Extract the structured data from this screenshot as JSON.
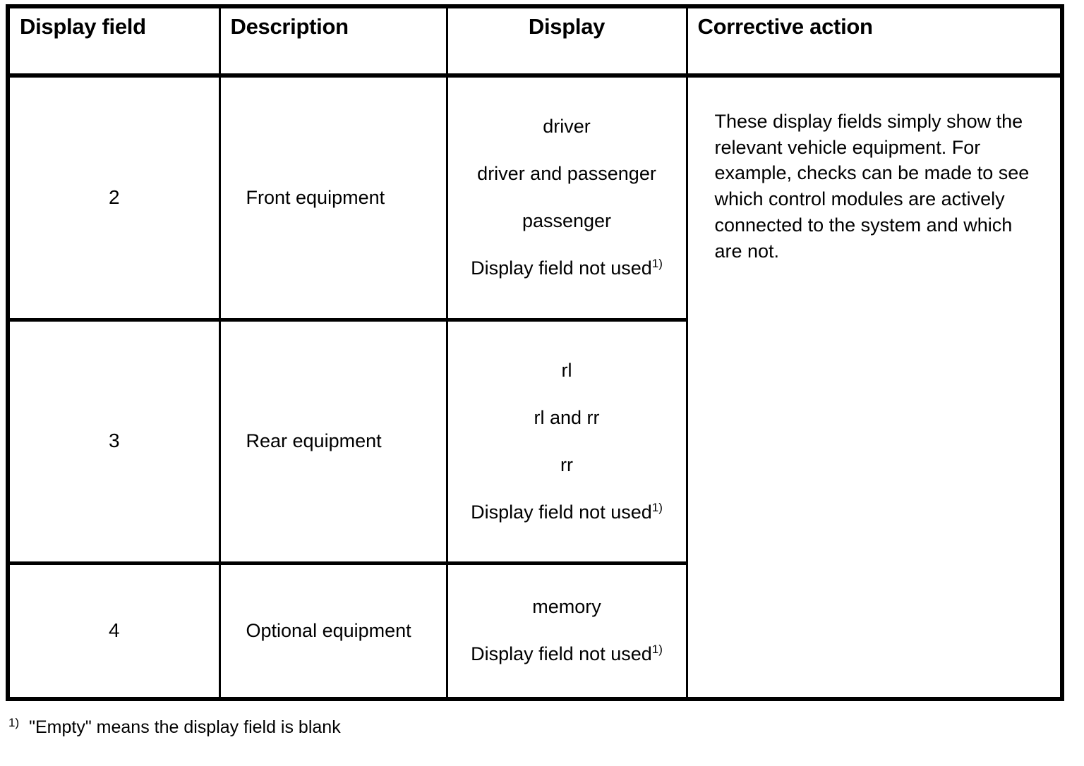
{
  "table": {
    "headers": [
      {
        "label": "Display field",
        "align": "left"
      },
      {
        "label": "Description",
        "align": "left"
      },
      {
        "label": "Display",
        "align": "center"
      },
      {
        "label": "Corrective action",
        "align": "left"
      }
    ],
    "rows": [
      {
        "field": "2",
        "description": "Front equipment",
        "display_values": [
          {
            "text": "driver",
            "footnote": ""
          },
          {
            "text": "driver and passenger",
            "footnote": ""
          },
          {
            "text": "passenger",
            "footnote": ""
          },
          {
            "text": "Display field not used",
            "footnote": "1)"
          }
        ]
      },
      {
        "field": "3",
        "description": "Rear equipment",
        "display_values": [
          {
            "text": "rl",
            "footnote": ""
          },
          {
            "text": "rl and rr",
            "footnote": ""
          },
          {
            "text": "rr",
            "footnote": ""
          },
          {
            "text": "Display field not used",
            "footnote": "1)"
          }
        ]
      },
      {
        "field": "4",
        "description": "Optional equipment",
        "display_values": [
          {
            "text": "memory",
            "footnote": ""
          },
          {
            "text": "Display field not used",
            "footnote": "1)"
          }
        ]
      }
    ],
    "corrective_action": "These display fields simply show the relevant vehicle equipment. For example, checks can be made to see which control modules are actively connected to the system and which are not."
  },
  "footnote": {
    "marker": "1)",
    "text": "\"Empty\" means the display field is blank"
  },
  "colors": {
    "border": "#000000",
    "text": "#000000",
    "background": "#ffffff"
  }
}
